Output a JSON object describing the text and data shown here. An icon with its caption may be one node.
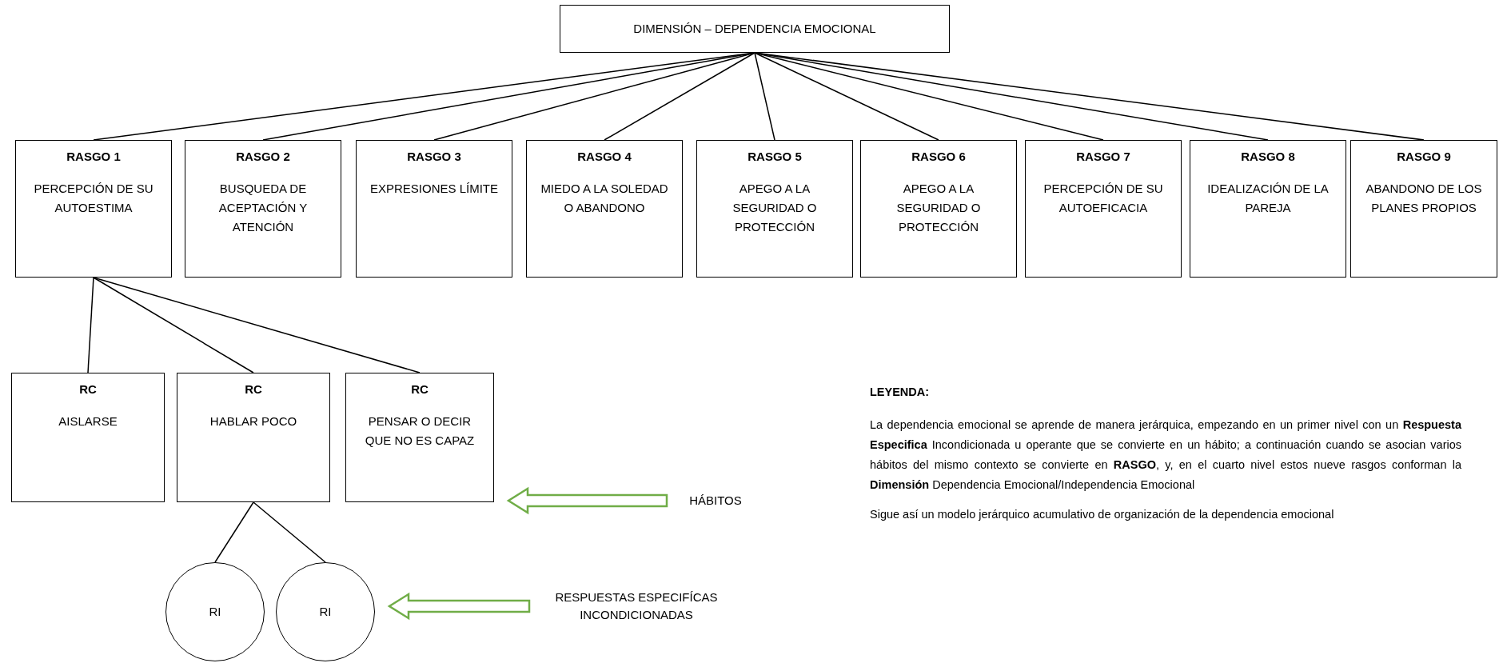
{
  "diagram": {
    "nodes": [
      {
        "text": [
          "DIMENSIÓN – DEPENDENCIA EMOCIONAL"
        ]
      },
      {
        "text": [
          "RASGO 1",
          "PERCEPCIÓN DE SU AUTOESTIMA"
        ]
      },
      {
        "text": [
          "RASGO 2",
          "BUSQUEDA DE ACEPTACIÓN Y ATENCIÓN"
        ]
      },
      {
        "text": [
          "RASGO 3",
          "EXPRESIONES LÍMITE"
        ]
      },
      {
        "text": [
          "RASGO 4",
          "MIEDO A LA SOLEDAD O ABANDONO"
        ]
      },
      {
        "text": [
          "RASGO 5",
          "APEGO A LA SEGURIDAD O PROTECCIÓN"
        ]
      },
      {
        "text": [
          "RASGO 6",
          "APEGO A LA SEGURIDAD O PROTECCIÓN"
        ]
      },
      {
        "text": [
          "RASGO 7",
          "PERCEPCIÓN DE SU AUTOEFICACIA"
        ]
      },
      {
        "text": [
          "RASGO 8",
          "IDEALIZACIÓN DE LA PAREJA"
        ]
      },
      {
        "text": [
          "RASGO 9",
          "ABANDONO DE LOS PLANES PROPIOS"
        ]
      },
      {
        "text": [
          "RC",
          "AISLARSE"
        ]
      },
      {
        "text": [
          "RC",
          "HABLAR POCO"
        ]
      },
      {
        "text": [
          "RC",
          "PENSAR O DECIR QUE NO ES CAPAZ"
        ]
      },
      {
        "text": [
          "RI"
        ]
      },
      {
        "text": [
          "RI"
        ]
      },
      {
        "text": [
          "HÁBITOS"
        ]
      },
      {
        "text": [
          "RESPUESTAS ESPECIFÍCAS INCONDICIONADAS"
        ]
      }
    ],
    "edges": [
      {
        "from": 0,
        "to": 1,
        "arrow": "none"
      },
      {
        "from": 0,
        "to": 2,
        "arrow": "none"
      },
      {
        "from": 0,
        "to": 3,
        "arrow": "none"
      },
      {
        "from": 0,
        "to": 4,
        "arrow": "none"
      },
      {
        "from": 0,
        "to": 5,
        "arrow": "none"
      },
      {
        "from": 0,
        "to": 6,
        "arrow": "none"
      },
      {
        "from": 0,
        "to": 7,
        "arrow": "none"
      },
      {
        "from": 0,
        "to": 8,
        "arrow": "none"
      },
      {
        "from": 0,
        "to": 9,
        "arrow": "none"
      },
      {
        "from": 1,
        "to": 10,
        "arrow": "none"
      },
      {
        "from": 1,
        "to": 11,
        "arrow": "none"
      },
      {
        "from": 1,
        "to": 12,
        "arrow": "none"
      },
      {
        "from": 11,
        "to": 13,
        "arrow": "none"
      },
      {
        "from": 11,
        "to": 14,
        "arrow": "none"
      },
      {
        "from": 15,
        "to": 12,
        "arrow": "to",
        "style": "thick",
        "color": "#70ad47"
      },
      {
        "from": 16,
        "to": 14,
        "arrow": "to",
        "style": "thick",
        "color": "#70ad47"
      }
    ],
    "labels": [
      "LEYENDA:",
      "La dependencia emocional se aprende de manera jerárquica, empezando en un primer nivel con un **Respuesta Especifica** Incondicionada u operante que se convierte en un hábito; a continuación cuando se asocian varios hábitos del mismo contexto se convierte en **RASGO**, y, en el cuarto nivel estos nueve rasgos conforman la **Dimensión** Dependencia Emocional/Independencia Emocional",
      "Sigue así un modelo jerárquico acumulativo de organización de la dependencia emocional"
    ]
  }
}
